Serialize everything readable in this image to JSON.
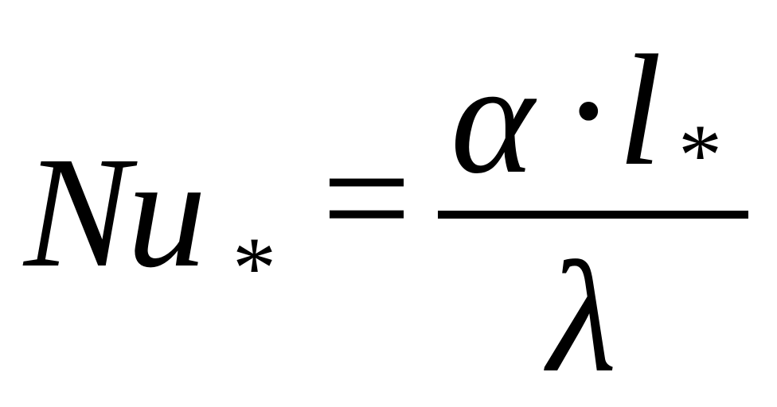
{
  "formula": {
    "lhs": "Nu",
    "lhs_subscript": "*",
    "equals": "=",
    "numerator_alpha": "α",
    "numerator_dot": "·",
    "numerator_l": "l",
    "numerator_subscript": "*",
    "denominator": "λ"
  }
}
